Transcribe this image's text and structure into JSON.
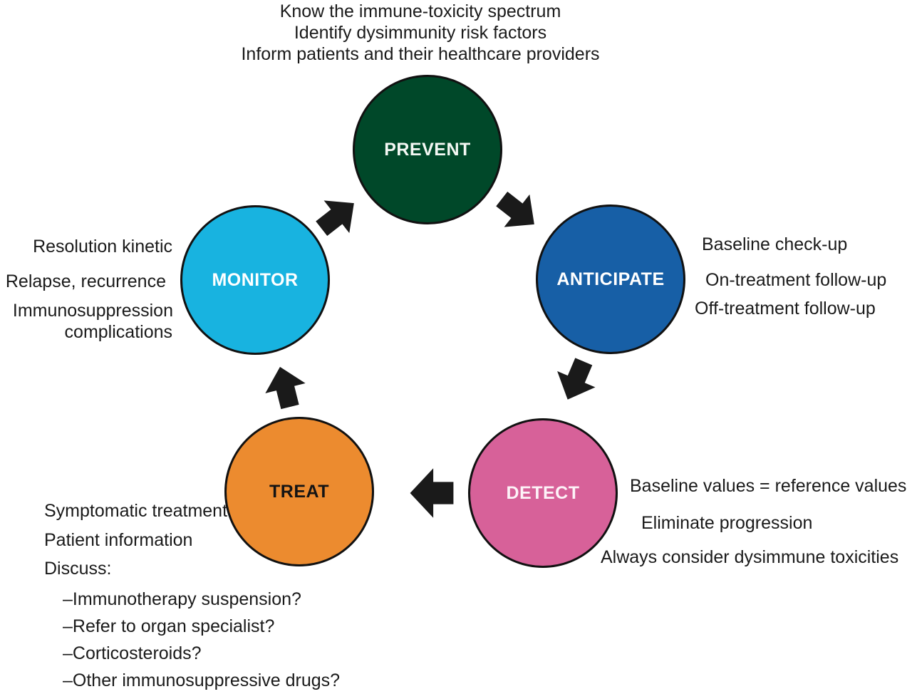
{
  "figure": {
    "caption_top": {
      "line1": "Know the immune-toxicity spectrum",
      "line2": "Identify dysimmunity risk factors",
      "line3": "Inform patients and their healthcare providers"
    },
    "nodes": {
      "prevent": {
        "label": "PREVENT",
        "color": "#004829",
        "text_color": "#f4f8f4"
      },
      "anticipate": {
        "label": "ANTICIPATE",
        "color": "#175fa6",
        "text_color": "#ffffff"
      },
      "monitor": {
        "label": "MONITOR",
        "color": "#18b3e0",
        "text_color": "#ffffff"
      },
      "detect": {
        "label": "DETECT",
        "color": "#d76199",
        "text_color": "#fdf3f8"
      },
      "treat": {
        "label": "TREAT",
        "color": "#ec8b2f",
        "text_color": "#141414"
      }
    },
    "annotations": {
      "anticipate": {
        "line1": "Baseline check-up",
        "line2": "On-treatment follow-up",
        "line3": "Off-treatment follow-up"
      },
      "monitor": {
        "line1": "Resolution kinetic",
        "line2": "Relapse, recurrence",
        "line3": "Immunosuppression",
        "line4": "complications"
      },
      "detect": {
        "line1": "Baseline values = reference values",
        "line2": "Eliminate progression",
        "line3": "Always consider dysimmune toxicities"
      },
      "treat": {
        "line1": "Symptomatic treatment",
        "line2": "Patient information",
        "line3": "Discuss:",
        "item1": "–Immunotherapy suspension?",
        "item2": "–Refer to organ specialist?",
        "item3": "–Corticosteroids?",
        "item4": "–Other immunosuppressive drugs?"
      }
    },
    "arrow_color": "#1a1a1a"
  }
}
